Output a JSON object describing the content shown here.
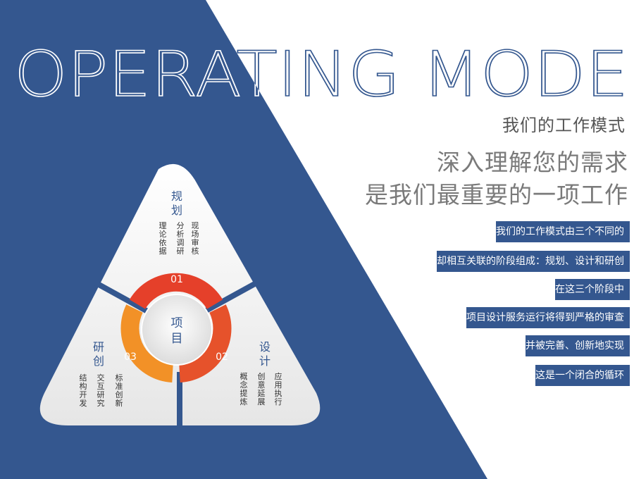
{
  "title": "OPERATING MODE",
  "subtitle": "我们的工作模式",
  "headline": [
    "深入理解您的需求",
    "是我们最重要的一项工作"
  ],
  "bars": [
    "我们的工作模式由三个不同的",
    "却相互关联的阶段组成：规划、设计和研创",
    "在这三个阶段中",
    "项目设计服务运行将得到严格的审查",
    "并被完善、创新地实现",
    "这是一个闭合的循环"
  ],
  "diagram": {
    "center": "项目",
    "segments": {
      "plan": {
        "label": "规划",
        "number": "01",
        "items": [
          "理论依据",
          "分析调研",
          "现场审核"
        ]
      },
      "design": {
        "label": "设计",
        "number": "02",
        "items": [
          "概念提炼",
          "创意延展",
          "应用执行"
        ]
      },
      "research": {
        "label": "研创",
        "number": "03",
        "items": [
          "结构开发",
          "交互研究",
          "标准创新"
        ]
      }
    }
  },
  "colors": {
    "navy": "#34578f",
    "ring_red": "#e5402a",
    "ring_orange": "#f29127",
    "text_gray": "#555555"
  }
}
